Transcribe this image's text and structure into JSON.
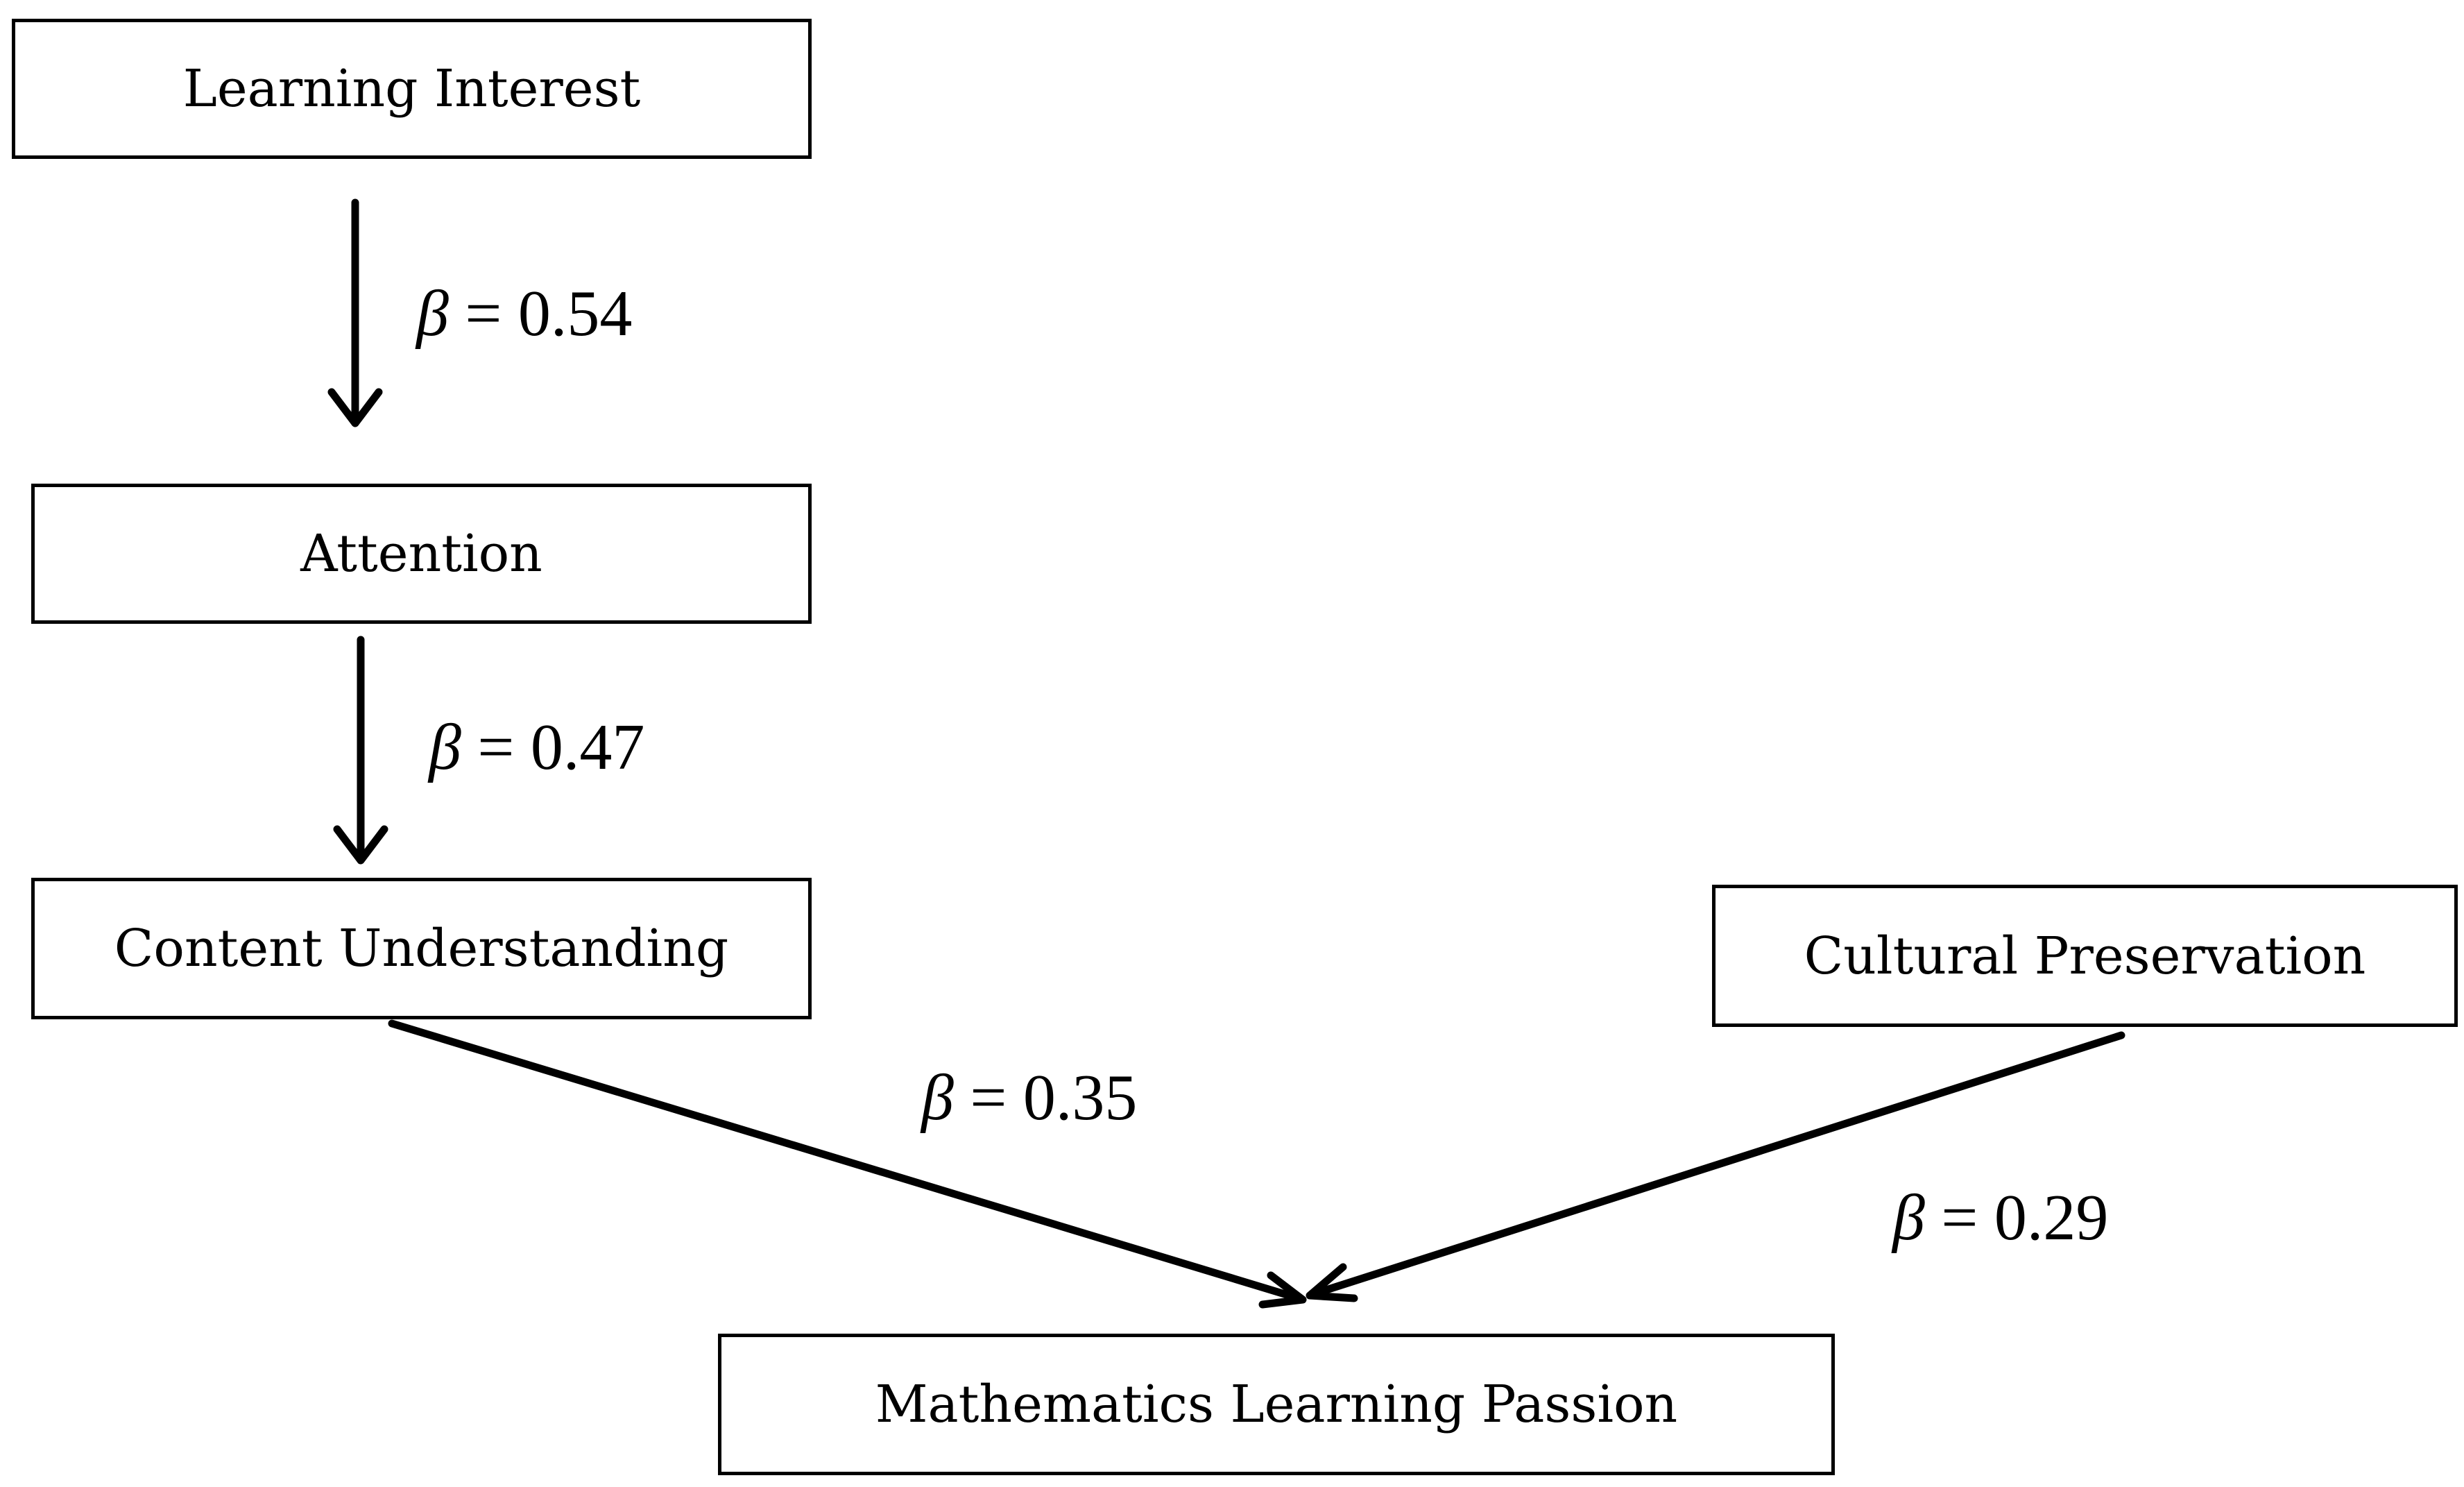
{
  "nodes": {
    "learning_interest": "Learning Interest",
    "attention": "Attention",
    "content_understanding": "Content Understanding",
    "cultural_preservation": "Cultural Preservation",
    "mathematics_learning_passion": "Mathematics Learning Passion"
  },
  "edges": [
    {
      "from": "Learning Interest",
      "to": "Attention",
      "beta_symbol": "β",
      "equals": " = ",
      "value": "0.54"
    },
    {
      "from": "Attention",
      "to": "Content Understanding",
      "beta_symbol": "β",
      "equals": " = ",
      "value": "0.47"
    },
    {
      "from": "Content Understanding",
      "to": "Mathematics Learning Passion",
      "beta_symbol": "β",
      "equals": " = ",
      "value": "0.35"
    },
    {
      "from": "Cultural Preservation",
      "to": "Mathematics Learning Passion",
      "beta_symbol": "β",
      "equals": " = ",
      "value": "0.29"
    }
  ],
  "colors": {
    "stroke": "#000000",
    "background": "#ffffff"
  }
}
